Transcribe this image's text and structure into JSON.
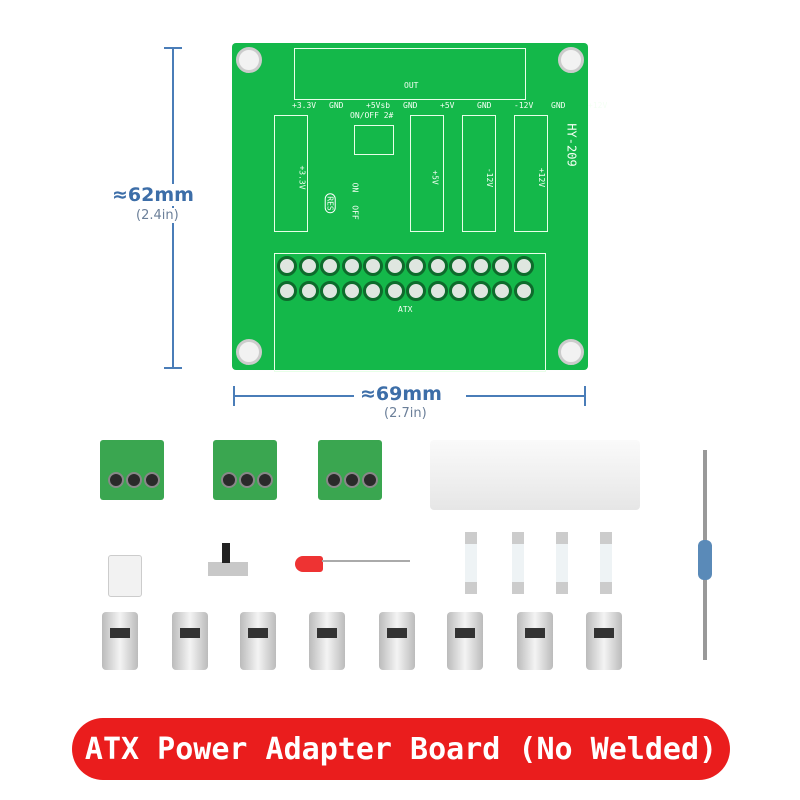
{
  "dimensions": {
    "height": {
      "metric": "≈62mm",
      "imperial": "(2.4in)"
    },
    "width": {
      "metric": "≈69mm",
      "imperial": "(2.7in)"
    }
  },
  "pcb": {
    "model": "HY-209",
    "out_label": "OUT",
    "rail_labels": [
      "+3.3V",
      "GND",
      "+5Vsb",
      "GND",
      "+5V",
      "GND",
      "-12V",
      "GND",
      "+12V"
    ],
    "switch_label": "ON/OFF 2#",
    "on_label": "ON",
    "off_label": "OFF",
    "res_label": "RES",
    "atx_label": "ATX",
    "vertical_labels": [
      "+3.3V",
      "+5V",
      "-12V",
      "+12V"
    ]
  },
  "banner": {
    "text": "ATX Power Adapter Board (No Welded)",
    "color": "#ea1d1d"
  }
}
